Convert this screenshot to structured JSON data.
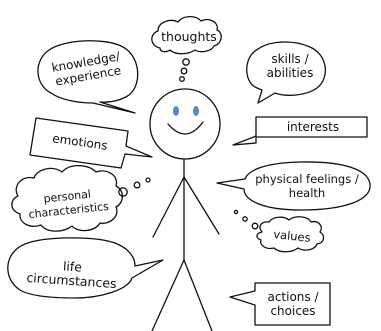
{
  "diagram": {
    "center": "stick-figure",
    "labels": {
      "thoughts": "thoughts",
      "skills": "skills /\nabilities",
      "knowledge": "knowledge/\nexperience",
      "emotions": "emotions",
      "interests": "interests",
      "physical": "physical feelings /\nhealth",
      "personal": "personal\ncharacteristics",
      "values": "values",
      "life": "life\ncircumstances",
      "actions": "actions /\nchoices"
    }
  },
  "colors": {
    "ink": "#111111",
    "eyes": "#5b86c9",
    "background": "#ffffff"
  }
}
